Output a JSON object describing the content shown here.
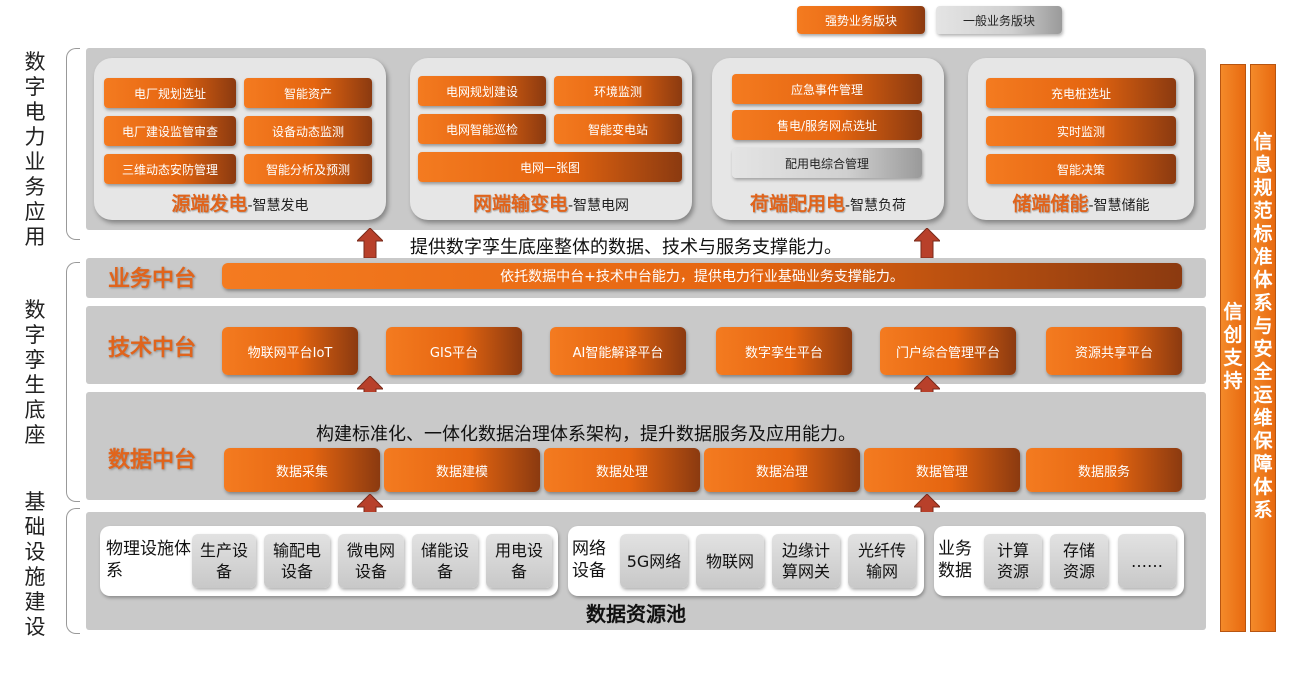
{
  "legend": {
    "strong": "强势业务版块",
    "general": "一般业务版块"
  },
  "left_labels": {
    "app": "数字电力业务应用",
    "twin": "数字孪生底座",
    "infra": "基础设施建设"
  },
  "right_columns": {
    "xinchuang": "信创支持",
    "security": "信息规范标准体系与安全运维保障体系"
  },
  "panels": {
    "source": {
      "title": "源端发电",
      "subtitle": "-智慧发电",
      "items": [
        "电厂规划选址",
        "智能资产",
        "电厂建设监管审查",
        "设备动态监测",
        "三维动态安防管理",
        "智能分析及预测"
      ]
    },
    "grid": {
      "title": "网端输变电",
      "subtitle": "-智慧电网",
      "items": [
        "电网规划建设",
        "环境监测",
        "电网智能巡检",
        "智能变电站",
        "电网一张图"
      ]
    },
    "load": {
      "title": "荷端配用电",
      "subtitle": "-智慧负荷",
      "items": [
        "应急事件管理",
        "售电/服务网点选址",
        "配用电综合管理"
      ]
    },
    "storage": {
      "title": "储端储能",
      "subtitle": "-智慧储能",
      "items": [
        "充电桩选址",
        "实时监测",
        "智能决策"
      ]
    }
  },
  "captions": {
    "support": "提供数字孪生底座整体的数据、技术与服务支撑能力。",
    "governance": "构建标准化、一体化数据治理体系架构，提升数据服务及应用能力。"
  },
  "business": {
    "label": "业务中台",
    "bar": "依托数据中台+技术中台能力，提供电力行业基础业务支撑能力。"
  },
  "tech": {
    "label": "技术中台",
    "items": [
      "物联网平台IoT",
      "GIS平台",
      "AI智能解译平台",
      "数字孪生平台",
      "门户综合管理平台",
      "资源共享平台"
    ]
  },
  "data": {
    "label": "数据中台",
    "items": [
      "数据采集",
      "数据建模",
      "数据处理",
      "数据治理",
      "数据管理",
      "数据服务"
    ]
  },
  "pool": {
    "title": "数据资源池",
    "physical": {
      "label": "物理设施体系",
      "items": [
        "生产设备",
        "输配电设备",
        "微电网设备",
        "储能设备",
        "用电设备"
      ]
    },
    "network": {
      "label": "网络设备",
      "items": [
        "5G网络",
        "物联网",
        "边缘计算网关",
        "光纤传输网"
      ]
    },
    "bizdata": {
      "label": "业务数据",
      "items": [
        "计算资源",
        "存储资源",
        "……"
      ]
    }
  },
  "colors": {
    "accent": "#e0641c",
    "band": "#c9c9c9",
    "panel": "#e6e6e6"
  }
}
